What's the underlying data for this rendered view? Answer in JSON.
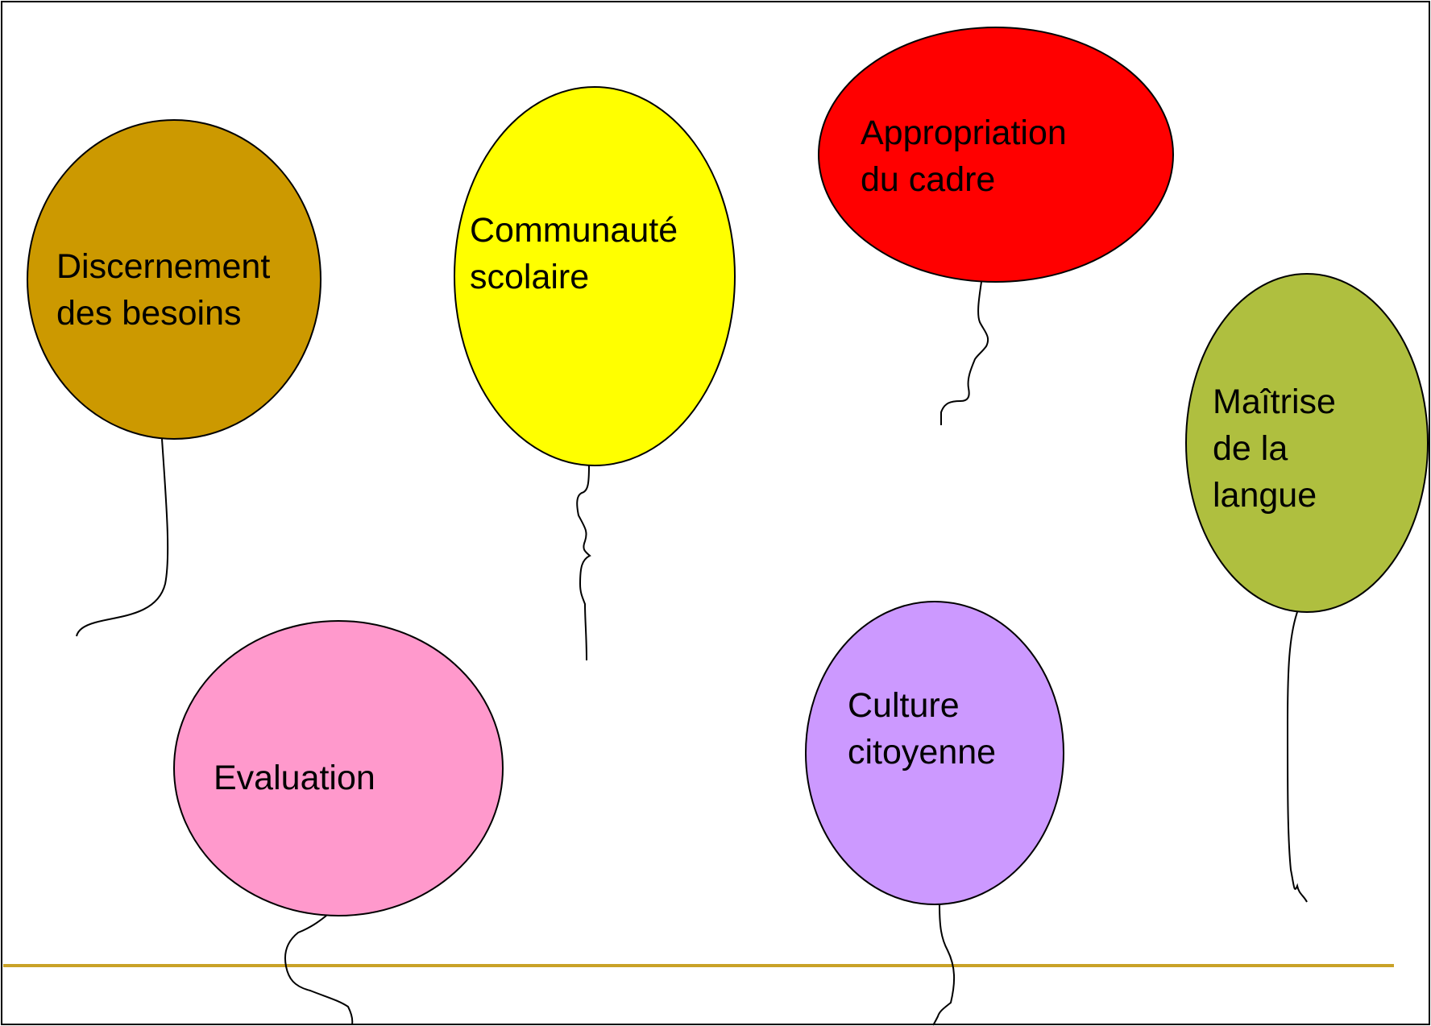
{
  "slide": {
    "balloons": [
      {
        "id": "discernement",
        "lines": [
          "Discernement",
          "des besoins"
        ],
        "color": "#CC9900"
      },
      {
        "id": "communaute",
        "lines": [
          "Communauté",
          "scolaire"
        ],
        "color": "#FFFF00"
      },
      {
        "id": "appropriation",
        "lines": [
          "Appropriation",
          "du cadre"
        ],
        "color": "#FF0000"
      },
      {
        "id": "maitrise",
        "lines": [
          "Maîtrise",
          "de la",
          "langue"
        ],
        "color": "#AFBF3F"
      },
      {
        "id": "evaluation",
        "lines": [
          "Evaluation"
        ],
        "color": "#FF99CC"
      },
      {
        "id": "culture",
        "lines": [
          "Culture",
          "citoyenne"
        ],
        "color": "#CC99FF"
      }
    ],
    "colors": {
      "frame": "#000000",
      "baseline": "#C9A227",
      "string": "#000000"
    }
  }
}
